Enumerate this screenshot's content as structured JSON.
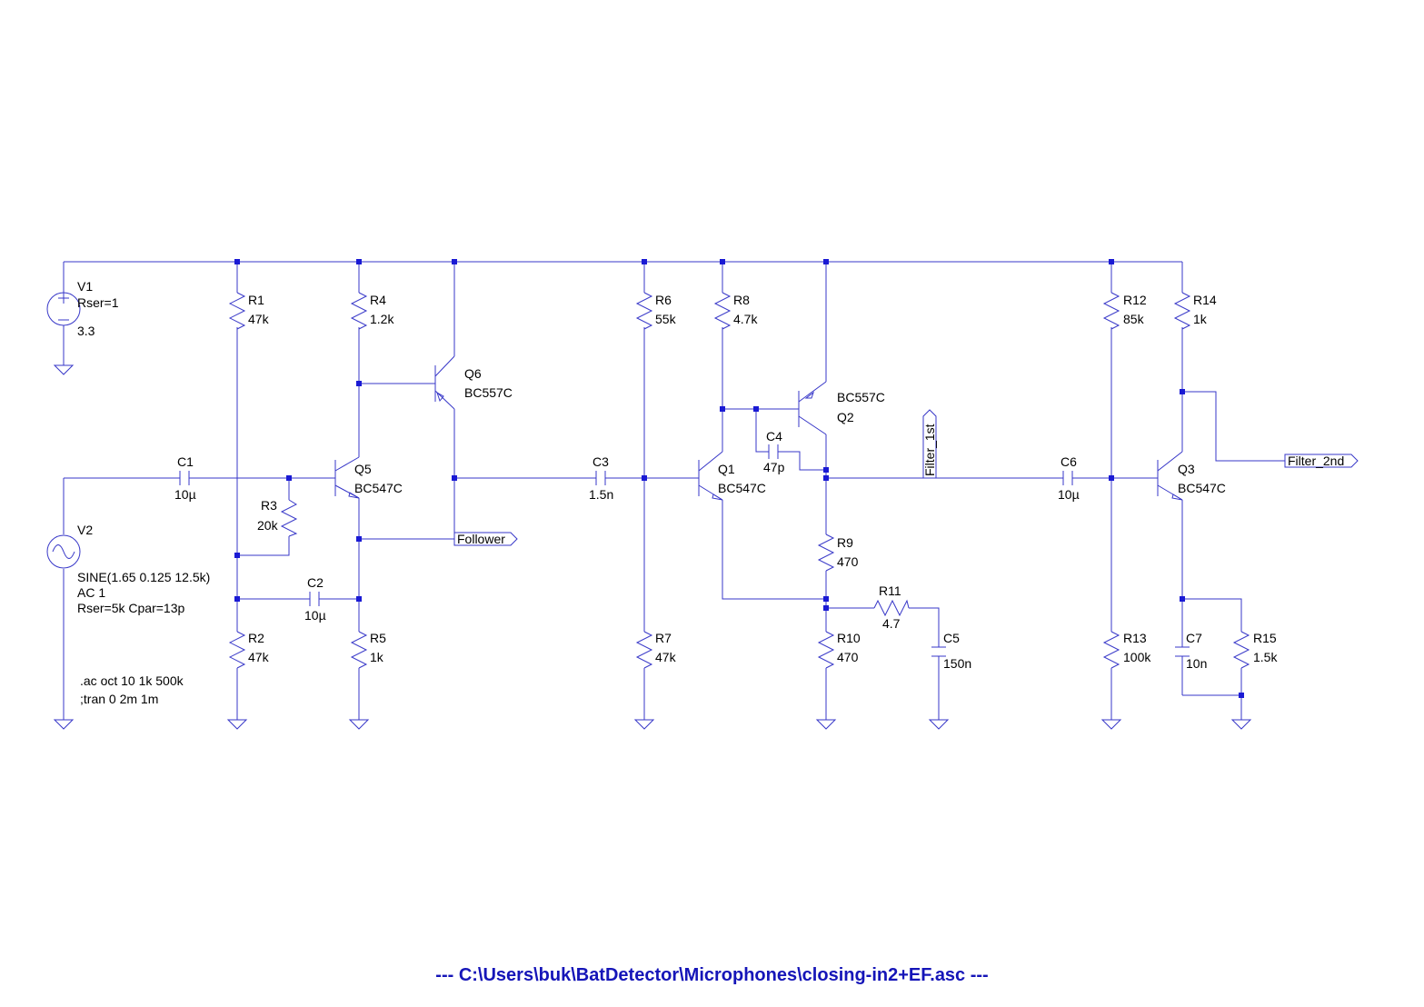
{
  "colors": {
    "wire": "#3737c8",
    "junction": "#1a1ad4",
    "text": "#000000",
    "footer": "#1515b8"
  },
  "components": [
    {
      "key": "V1",
      "designator": "V1",
      "value": "Rser=1",
      "extra": "3.3"
    },
    {
      "key": "V2",
      "designator": "V2",
      "lines": [
        "SINE(1.65 0.125 12.5k)",
        "AC 1",
        "Rser=5k Cpar=13p"
      ]
    },
    {
      "key": "R1",
      "designator": "R1",
      "value": "47k"
    },
    {
      "key": "R2",
      "designator": "R2",
      "value": "47k"
    },
    {
      "key": "R3",
      "designator": "R3",
      "value": "20k"
    },
    {
      "key": "R4",
      "designator": "R4",
      "value": "1.2k"
    },
    {
      "key": "R5",
      "designator": "R5",
      "value": "1k"
    },
    {
      "key": "R6",
      "designator": "R6",
      "value": "55k"
    },
    {
      "key": "R7",
      "designator": "R7",
      "value": "47k"
    },
    {
      "key": "R8",
      "designator": "R8",
      "value": "4.7k"
    },
    {
      "key": "R9",
      "designator": "R9",
      "value": "470"
    },
    {
      "key": "R10",
      "designator": "R10",
      "value": "470"
    },
    {
      "key": "R11",
      "designator": "R11",
      "value": "4.7"
    },
    {
      "key": "R12",
      "designator": "R12",
      "value": "85k"
    },
    {
      "key": "R13",
      "designator": "R13",
      "value": "100k"
    },
    {
      "key": "R14",
      "designator": "R14",
      "value": "1k"
    },
    {
      "key": "R15",
      "designator": "R15",
      "value": "1.5k"
    },
    {
      "key": "C1",
      "designator": "C1",
      "value": "10µ"
    },
    {
      "key": "C2",
      "designator": "C2",
      "value": "10µ"
    },
    {
      "key": "C3",
      "designator": "C3",
      "value": "1.5n"
    },
    {
      "key": "C4",
      "designator": "C4",
      "value": "47p"
    },
    {
      "key": "C5",
      "designator": "C5",
      "value": "150n"
    },
    {
      "key": "C6",
      "designator": "C6",
      "value": "10µ"
    },
    {
      "key": "C7",
      "designator": "C7",
      "value": "10n"
    },
    {
      "key": "Q1",
      "designator": "Q1",
      "value": "BC547C"
    },
    {
      "key": "Q2",
      "designator": "Q2",
      "value": "BC557C"
    },
    {
      "key": "Q3",
      "designator": "Q3",
      "value": "BC547C"
    },
    {
      "key": "Q5",
      "designator": "Q5",
      "value": "BC547C"
    },
    {
      "key": "Q6",
      "designator": "Q6",
      "value": "BC557C"
    }
  ],
  "net_labels": [
    "Follower",
    "Filter_1st",
    "Filter_2nd"
  ],
  "directives": [
    ".ac oct 10 1k 500k",
    ";tran 0 2m 1m"
  ],
  "footer": "---  C:\\Users\\buk\\BatDetector\\Microphones\\closing-in2+EF.asc  ---"
}
